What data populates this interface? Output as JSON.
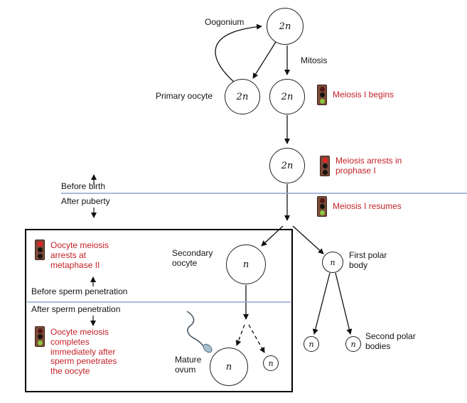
{
  "title": "Oogenesis and meiosis timeline diagram",
  "colors": {
    "event_text": "#c42127",
    "divider": "#8ba3cd",
    "light_body": "#7c4b39",
    "light_border": "#3f2318",
    "red_on": "#ea2227",
    "green_on": "#8cc63f",
    "red_dim": "#551713",
    "dot_off": "#161311",
    "arrow": "#111111"
  },
  "labels": {
    "oogonium": "Oogonium",
    "mitosis": "Mitosis",
    "primary_oocyte": "Primary oocyte",
    "before_birth": "Before birth",
    "after_puberty": "After puberty",
    "secondary_oocyte": "Secondary oocyte",
    "first_polar_body": "First polar body",
    "before_sperm": "Before sperm penetration",
    "after_sperm": "After sperm penetration",
    "mature_ovum": "Mature ovum",
    "second_polar_bodies": "Second polar bodies"
  },
  "events": {
    "begins": {
      "text": "Meiosis I begins",
      "light": "green"
    },
    "arrest_prophase": {
      "text": "Meiosis arrests in prophase I",
      "light": "red"
    },
    "resumes": {
      "text": "Meiosis I resumes",
      "light": "green"
    },
    "arrest_metaphase": {
      "text": "Oocyte meiosis arrests at metaphase II",
      "light": "red"
    },
    "completes": {
      "text": "Oocyte meiosis completes immediately after sperm penetrates the oocyte",
      "light": "green"
    }
  },
  "cells": {
    "oogonium": "2n",
    "primary_left": "2n",
    "primary_right": "2n",
    "prophase_arrested": "2n",
    "secondary_oocyte": "n",
    "first_polar_body": "n",
    "mature_ovum": "n",
    "meiosis2_product": "n",
    "second_polar_1": "n",
    "second_polar_2": "n"
  },
  "icons": {
    "traffic_light": "traffic-light",
    "sperm": "sperm"
  }
}
